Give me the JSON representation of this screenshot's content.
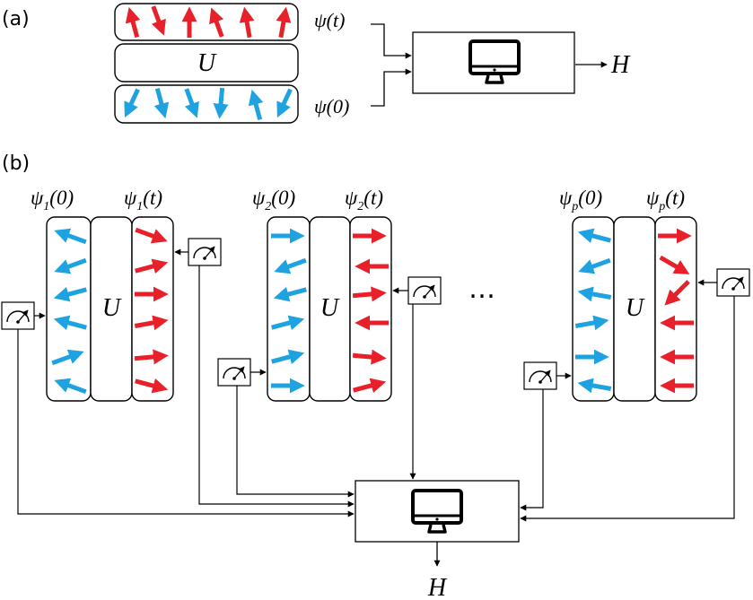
{
  "panel_a": {
    "label": "(a)",
    "operator": "U",
    "input_top": "ψ(t)",
    "input_bottom": "ψ(0)",
    "output": "H",
    "icon": "computer-monitor-icon",
    "colors": {
      "evolved": "#e8202a",
      "initial": "#1ea2e0"
    }
  },
  "panel_b": {
    "label": "(b)",
    "operator": "U",
    "ellipsis": "…",
    "output": "H",
    "icons": [
      "computer-monitor-icon",
      "measurement-meter-icon"
    ],
    "systems": [
      {
        "psi": "ψ",
        "sub": "1",
        "left_arg": "(0)",
        "right_arg": "(t)"
      },
      {
        "psi": "ψ",
        "sub": "2",
        "left_arg": "(0)",
        "right_arg": "(t)"
      },
      {
        "psi": "ψ",
        "sub": "p",
        "left_arg": "(0)",
        "right_arg": "(t)"
      }
    ]
  }
}
